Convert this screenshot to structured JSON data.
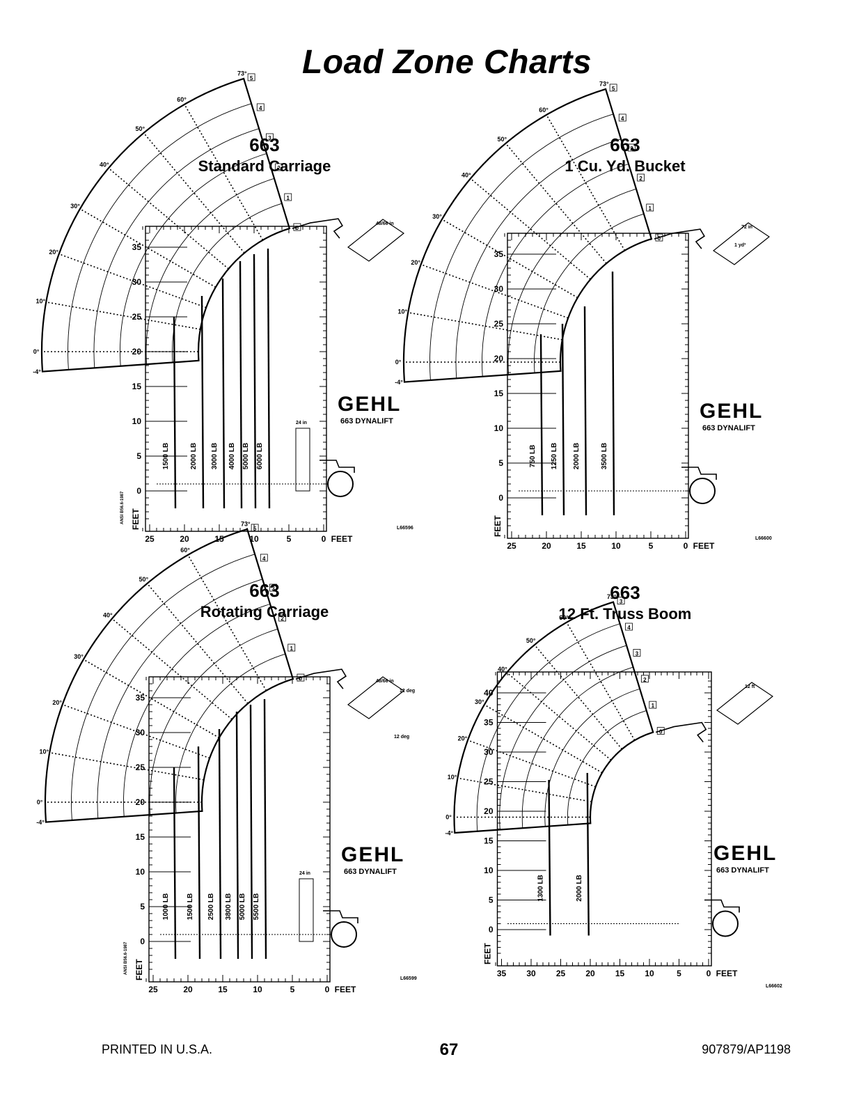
{
  "page": {
    "title": "Load Zone Charts",
    "footer_left": "PRINTED IN U.S.A.",
    "footer_page": "67",
    "footer_right": "907879/AP1198"
  },
  "brand": {
    "logo_text": "GEHL",
    "product": "663 DYNALIFT"
  },
  "chart_data": [
    {
      "type": "diagram",
      "model": "663",
      "attachment": "Standard Carriage",
      "y_ticks": [
        "35",
        "30",
        "25",
        "20",
        "15",
        "10",
        "5",
        "0"
      ],
      "x_ticks": [
        "25",
        "20",
        "15",
        "10",
        "5",
        "0"
      ],
      "x_unit": "FEET",
      "y_unit": "FEET",
      "angles": [
        "73°",
        "60°",
        "50°",
        "40°",
        "30°",
        "20°",
        "10°",
        "0°",
        "-4°"
      ],
      "extensions": [
        "5",
        "4",
        "3",
        "2",
        "1",
        "0"
      ],
      "load_zones": [
        "1500 LB",
        "2000 LB",
        "3000 LB",
        "4000 LB",
        "5000 LB",
        "6000 LB"
      ],
      "attachment_dim": "48/66 in",
      "frame_dim": "24 in",
      "standard": "ANSI B56.6-1987",
      "ref": "L66596"
    },
    {
      "type": "diagram",
      "model": "663",
      "attachment": "1 Cu. Yd. Bucket",
      "y_ticks": [
        "35",
        "30",
        "25",
        "20",
        "15",
        "10",
        "5",
        "0"
      ],
      "x_ticks": [
        "25",
        "20",
        "15",
        "10",
        "5",
        "0"
      ],
      "x_unit": "FEET",
      "y_unit": "FEET",
      "angles": [
        "73°",
        "60°",
        "50°",
        "40°",
        "30°",
        "20°",
        "10°",
        "0°",
        "-4°"
      ],
      "extensions": [
        "5",
        "4",
        "3",
        "2",
        "1",
        "0"
      ],
      "load_zones": [
        "750 LB",
        "1250 LB",
        "2000 LB",
        "3500 LB"
      ],
      "attachment_dim": "72 in",
      "bucket_volume": "1 yd³",
      "ref": "L66600"
    },
    {
      "type": "diagram",
      "model": "663",
      "attachment": "Rotating Carriage",
      "y_ticks": [
        "35",
        "30",
        "25",
        "20",
        "15",
        "10",
        "5",
        "0"
      ],
      "x_ticks": [
        "25",
        "20",
        "15",
        "10",
        "5",
        "0"
      ],
      "x_unit": "FEET",
      "y_unit": "FEET",
      "angles": [
        "73°",
        "60°",
        "50°",
        "40°",
        "30°",
        "20°",
        "10°",
        "0°",
        "-4°"
      ],
      "extensions": [
        "5",
        "4",
        "3",
        "2",
        "1",
        "0"
      ],
      "load_zones": [
        "1000 LB",
        "1500 LB",
        "2500 LB",
        "3800 LB",
        "5000 LB",
        "5500 LB"
      ],
      "attachment_dim": "48/66 in",
      "rotation": "12 deg",
      "frame_dim": "24 in",
      "standard": "ANSI B56.6-1987",
      "ref": "L66599"
    },
    {
      "type": "diagram",
      "model": "663",
      "attachment": "12 Ft. Truss Boom",
      "y_ticks": [
        "40",
        "35",
        "30",
        "25",
        "20",
        "15",
        "10",
        "5",
        "0"
      ],
      "x_ticks": [
        "35",
        "30",
        "25",
        "20",
        "15",
        "10",
        "5",
        "0"
      ],
      "x_unit": "FEET",
      "y_unit": "FEET",
      "angles": [
        "73°",
        "60°",
        "50°",
        "40°",
        "30°",
        "20°",
        "10°",
        "0°",
        "-4°"
      ],
      "extensions": [
        "3",
        "4",
        "3",
        "2",
        "1",
        "0"
      ],
      "load_zones": [
        "1300 LB",
        "2000 LB"
      ],
      "attachment_dim": "12 ft",
      "ref": "L66602"
    }
  ]
}
